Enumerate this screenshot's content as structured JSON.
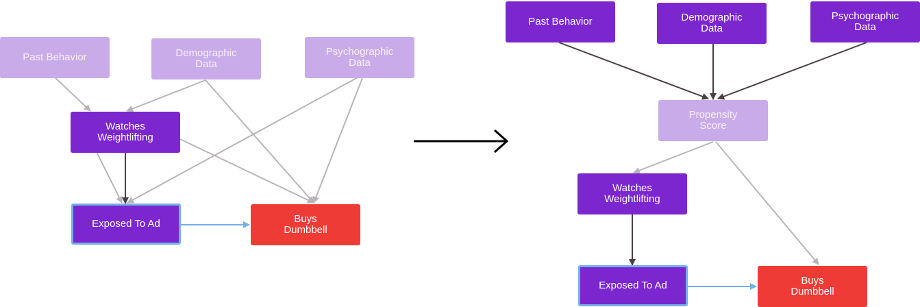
{
  "left_diagram": {
    "nodes": {
      "past_behavior": "Past Behavior",
      "demographic_line1": "Demographic",
      "demographic_line2": "Data",
      "psychographic_line1": "Psychographic",
      "psychographic_line2": "Data",
      "watches_line1": "Watches",
      "watches_line2": "Weightlifting",
      "exposed": "Exposed To Ad",
      "buys_line1": "Buys",
      "buys_line2": "Dumbbell"
    }
  },
  "right_diagram": {
    "nodes": {
      "past_behavior": "Past Behavior",
      "demographic_line1": "Demographic",
      "demographic_line2": "Data",
      "psychographic_line1": "Psychographic",
      "psychographic_line2": "Data",
      "propensity_line1": "Propensity",
      "propensity_line2": "Score",
      "watches_line1": "Watches",
      "watches_line2": "Weightlifting",
      "exposed": "Exposed To Ad",
      "buys_line1": "Buys",
      "buys_line2": "Dumbbell"
    }
  },
  "colors": {
    "muted_node": "#c9abea",
    "dark_node": "#7b26cf",
    "outcome_node": "#ef3b36",
    "highlight_border": "#74b0ea",
    "faint_edge": "#b9b4b8",
    "dark_edge": "#4a3e44",
    "blue_edge": "#74b0ea",
    "transition_arrow": "#000000"
  }
}
